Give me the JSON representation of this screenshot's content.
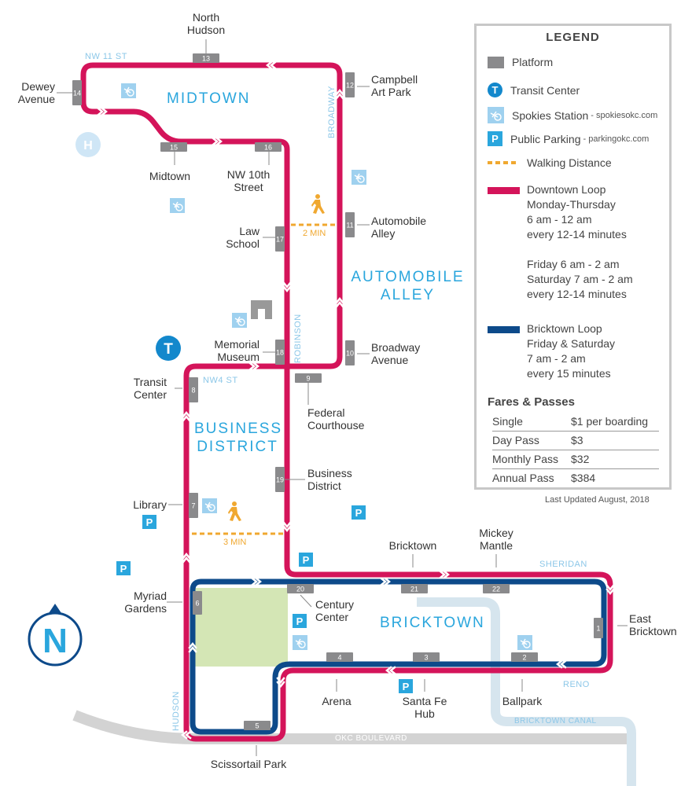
{
  "map": {
    "districts": [
      "MIDTOWN",
      "AUTOMOBILE ALLEY",
      "BUSINESS DISTRICT",
      "BRICKTOWN"
    ],
    "streets": {
      "nw11": "NW 11 ST",
      "broadway": "BROADWAY",
      "robinson": "ROBINSON",
      "nw4": "NW4 ST",
      "hudson": "HUDSON",
      "sheridan": "SHERIDAN",
      "reno": "RENO",
      "canal": "BRICKTOWN CANAL",
      "okc_blvd": "OKC BOULEVARD"
    },
    "walking": [
      {
        "label": "2 MIN"
      },
      {
        "label": "3 MIN"
      }
    ],
    "stops": [
      {
        "num": "1",
        "name": "East\nBricktown"
      },
      {
        "num": "2",
        "name": "Ballpark"
      },
      {
        "num": "3",
        "name": "Santa Fe\nHub"
      },
      {
        "num": "4",
        "name": "Arena"
      },
      {
        "num": "5",
        "name": "Scissortail Park"
      },
      {
        "num": "6",
        "name": "Myriad\nGardens"
      },
      {
        "num": "7",
        "name": "Library"
      },
      {
        "num": "8",
        "name": "Transit\nCenter"
      },
      {
        "num": "9",
        "name": "Federal\nCourthouse"
      },
      {
        "num": "10",
        "name": "Broadway\nAvenue"
      },
      {
        "num": "11",
        "name": "Automobile\nAlley"
      },
      {
        "num": "12",
        "name": "Campbell\nArt Park"
      },
      {
        "num": "13",
        "name": "North\nHudson"
      },
      {
        "num": "14",
        "name": "Dewey\nAvenue"
      },
      {
        "num": "15",
        "name": "Midtown"
      },
      {
        "num": "16",
        "name": "NW 10th\nStreet"
      },
      {
        "num": "17",
        "name": "Law\nSchool"
      },
      {
        "num": "18",
        "name": "Memorial\nMuseum"
      },
      {
        "num": "19",
        "name": "Business\nDistrict"
      },
      {
        "num": "20",
        "name": "Century\nCenter"
      },
      {
        "num": "21",
        "name": "Bricktown"
      },
      {
        "num": "22",
        "name": "Mickey\nMantle"
      }
    ],
    "compass": "N",
    "icons": {
      "hospital": "H",
      "transit": "T",
      "parking": "P"
    }
  },
  "colors": {
    "downtown_loop": "#d4145a",
    "bricktown_loop": "#0d4a8a",
    "platform": "#8a8a8c",
    "district_text": "#2aa6dd",
    "street_text": "#8cc7e8",
    "walking": "#f0a830",
    "parking": "#2aa6dd",
    "spokies": "#9fd1ef",
    "park": "#d4e6b5",
    "road": "#d3d3d3",
    "canal": "#d6e5ee"
  },
  "legend": {
    "title": "LEGEND",
    "items": [
      {
        "icon": "platform",
        "label": "Platform",
        "note": ""
      },
      {
        "icon": "transit-center",
        "label": "Transit Center",
        "note": ""
      },
      {
        "icon": "spokies",
        "label": "Spokies Station",
        "note": "- spokiesokc.com"
      },
      {
        "icon": "parking",
        "label": "Public Parking",
        "note": "- parkingokc.com"
      },
      {
        "icon": "walking",
        "label": "Walking Distance",
        "note": ""
      }
    ],
    "downtown": {
      "name": "Downtown Loop",
      "lines": [
        "Monday-Thursday",
        "6 am - 12 am",
        "every 12-14 minutes",
        "",
        "Friday 6 am - 2 am",
        "Saturday 7 am - 2 am",
        "every 12-14 minutes"
      ]
    },
    "bricktown": {
      "name": "Bricktown Loop",
      "lines": [
        "Friday & Saturday",
        "7 am - 2 am",
        "every 15 minutes"
      ]
    },
    "fares": {
      "title": "Fares & Passes",
      "rows": [
        {
          "type": "Single",
          "price": "$1 per boarding"
        },
        {
          "type": "Day Pass",
          "price": "$3"
        },
        {
          "type": "Monthly Pass",
          "price": "$32"
        },
        {
          "type": "Annual Pass",
          "price": "$384"
        }
      ]
    }
  },
  "footer": {
    "updated": "Last Updated August, 2018"
  }
}
